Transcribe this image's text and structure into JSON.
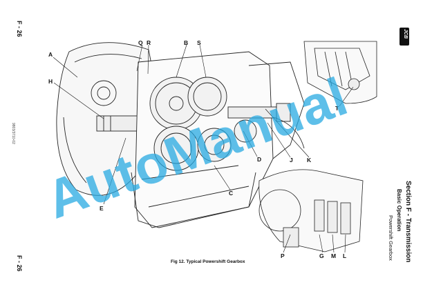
{
  "page": {
    "number_top": "F - 26",
    "number_bottom": "F - 26",
    "doc_code": "9803/3710-02"
  },
  "section": {
    "title": "Section F - Transmission",
    "subtitle": "Basic Operation",
    "topic": "Powershift Gearbox"
  },
  "logo_text": "JCB",
  "figure": {
    "caption": "Fig 12. Typical Powershift Gearbox",
    "callouts": [
      "A",
      "H",
      "Q",
      "R",
      "B",
      "S",
      "T",
      "E",
      "D",
      "J",
      "K",
      "C",
      "P",
      "G",
      "M",
      "L"
    ]
  },
  "watermark": "AutoManual"
}
